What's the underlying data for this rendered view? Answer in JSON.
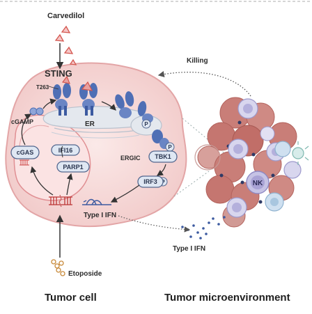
{
  "labels": {
    "carvedilol": "Carvedilol",
    "sting": "STING",
    "t263": "T263",
    "killing": "Killing",
    "cgamp": "cGAMP",
    "er": "ER",
    "cgas": "cGAS",
    "ifi16": "IFI16",
    "parp1": "PARP1",
    "ergic": "ERGIC",
    "tbk1": "TBK1",
    "irf3": "IRF3",
    "p1": "P",
    "p2": "P",
    "p3": "P",
    "type1_ifn_inside": "Type I IFN",
    "nk": "NK",
    "type1_ifn_outside": "Type I IFN",
    "etoposide": "Etoposide",
    "tumor_cell": "Tumor cell",
    "tumor_microenvironment": "Tumor microenvironment"
  },
  "colors": {
    "tumor_cell_fill": "#f6d7d6",
    "tumor_cell_edge": "#e3a5a6",
    "nucleus_fill": "#fbe3e3",
    "nucleus_edge": "#e08f93",
    "er_fill": "#e4e8ee",
    "protein_blue": "#4f6fb5",
    "pill_fill": "#dfe7f3",
    "pill_edge": "#53678e",
    "tumor_mass": "#c97e78",
    "immune_cell": "#c6c6e6",
    "nk_cell": "#8e88c3",
    "drug_red": "#d4564f"
  }
}
